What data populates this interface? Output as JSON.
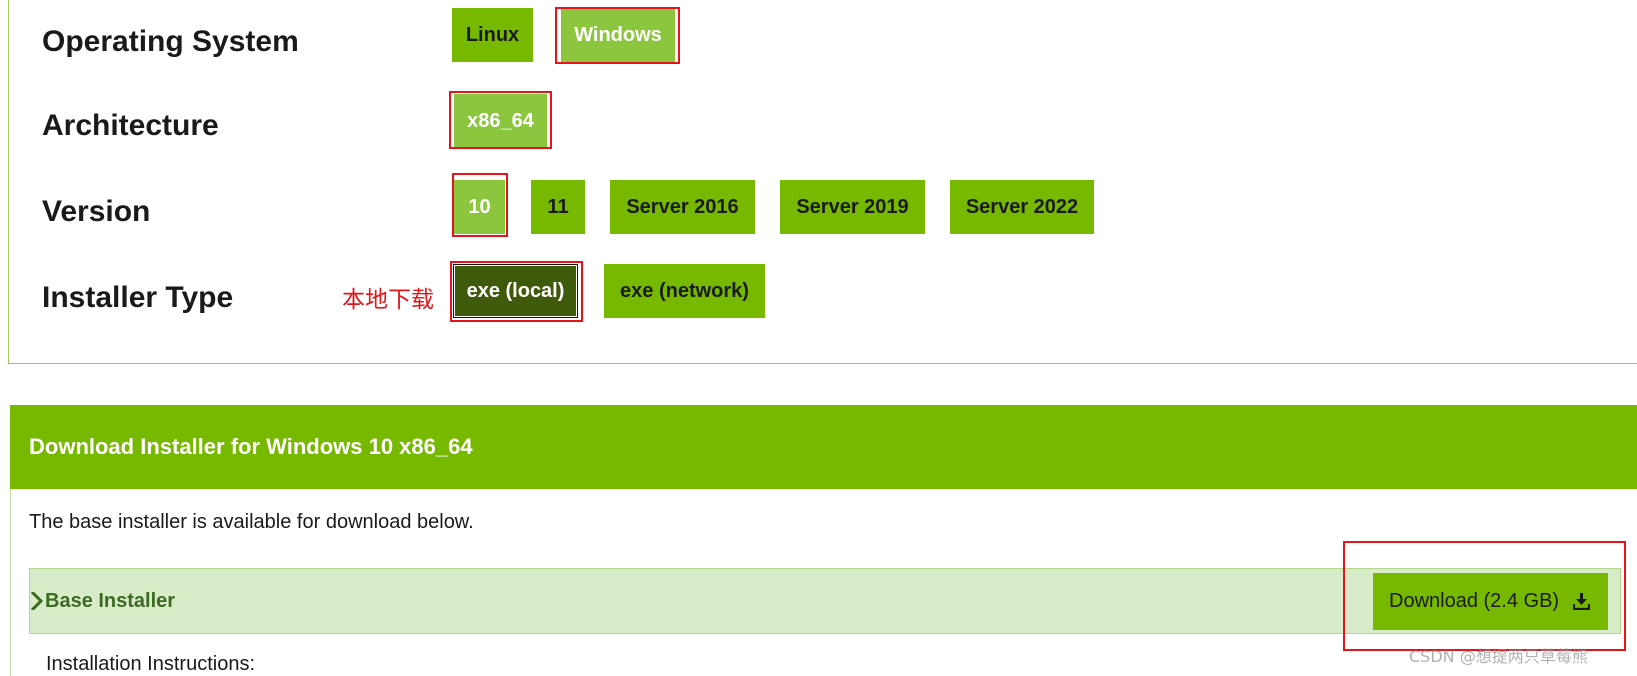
{
  "selector": {
    "operating_system": {
      "label": "Operating System",
      "options": [
        {
          "label": "Linux",
          "state": "default"
        },
        {
          "label": "Windows",
          "state": "selected"
        }
      ]
    },
    "architecture": {
      "label": "Architecture",
      "options": [
        {
          "label": "x86_64",
          "state": "selected"
        }
      ]
    },
    "version": {
      "label": "Version",
      "options": [
        {
          "label": "10",
          "state": "selected"
        },
        {
          "label": "11",
          "state": "default"
        },
        {
          "label": "Server 2016",
          "state": "default"
        },
        {
          "label": "Server 2019",
          "state": "default"
        },
        {
          "label": "Server 2022",
          "state": "default"
        }
      ]
    },
    "installer_type": {
      "label": "Installer Type",
      "annotation": "本地下载",
      "options": [
        {
          "label": "exe (local)",
          "state": "pressed"
        },
        {
          "label": "exe (network)",
          "state": "default"
        }
      ]
    }
  },
  "download": {
    "title": "Download Installer for Windows 10 x86_64",
    "description": "The base installer is available for download below.",
    "base_installer": {
      "label": "Base Installer",
      "expand_icon": "chevron-right-icon",
      "button_label": "Download (2.4 GB)",
      "button_icon": "download-icon"
    },
    "instructions_label": "Installation Instructions:"
  },
  "watermark": "CSDN @想提两只草莓熊",
  "colors": {
    "brand_green": "#76b900",
    "selected_green": "#8cc63f",
    "pressed_green": "#3f5a0b",
    "highlight_red": "#e3151a",
    "row_background": "#d9ecca",
    "row_text": "#3a6b20"
  }
}
